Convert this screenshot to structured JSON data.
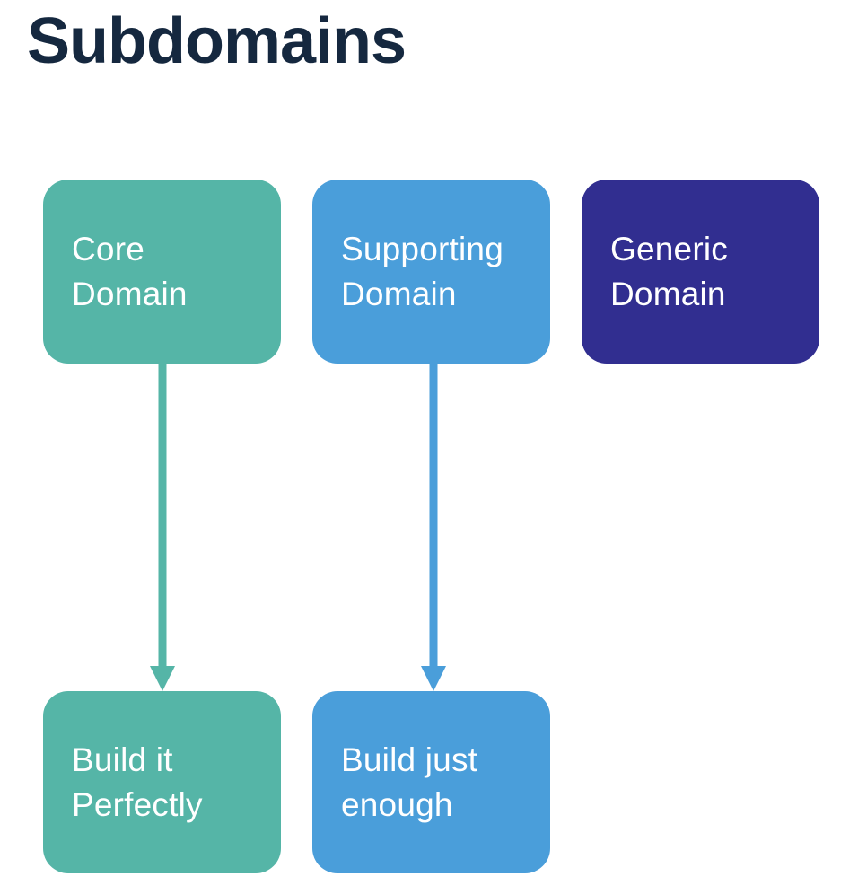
{
  "title": "Subdomains",
  "colors": {
    "teal": "#55B5A7",
    "blue": "#4A9EDA",
    "indigo": "#312E90",
    "title_navy": "#15283F",
    "label_white": "#FFFFFF"
  },
  "diagram": {
    "top_row": [
      {
        "id": "core-domain",
        "label": "Core Domain",
        "lines": [
          "Core",
          "Domain"
        ],
        "color_key": "teal"
      },
      {
        "id": "supporting-domain",
        "label": "Supporting Domain",
        "lines": [
          "Supporting",
          "Domain"
        ],
        "color_key": "blue"
      },
      {
        "id": "generic-domain",
        "label": "Generic Domain",
        "lines": [
          "Generic",
          "Domain"
        ],
        "color_key": "indigo"
      }
    ],
    "bottom_row": [
      {
        "id": "build-it-perfectly",
        "label": "Build it Perfectly",
        "lines": [
          "Build it",
          "Perfectly"
        ],
        "color_key": "teal"
      },
      {
        "id": "build-just-enough",
        "label": "Build just enough",
        "lines": [
          "Build just",
          "enough"
        ],
        "color_key": "blue"
      }
    ],
    "arrows": [
      {
        "id": "arrow-core-to-build-perfectly",
        "from": "Core Domain",
        "to": "Build it Perfectly",
        "direction": "down",
        "color_key": "teal"
      },
      {
        "id": "arrow-supporting-to-build-enough",
        "from": "Supporting Domain",
        "to": "Build just enough",
        "direction": "down",
        "color_key": "blue"
      }
    ]
  }
}
